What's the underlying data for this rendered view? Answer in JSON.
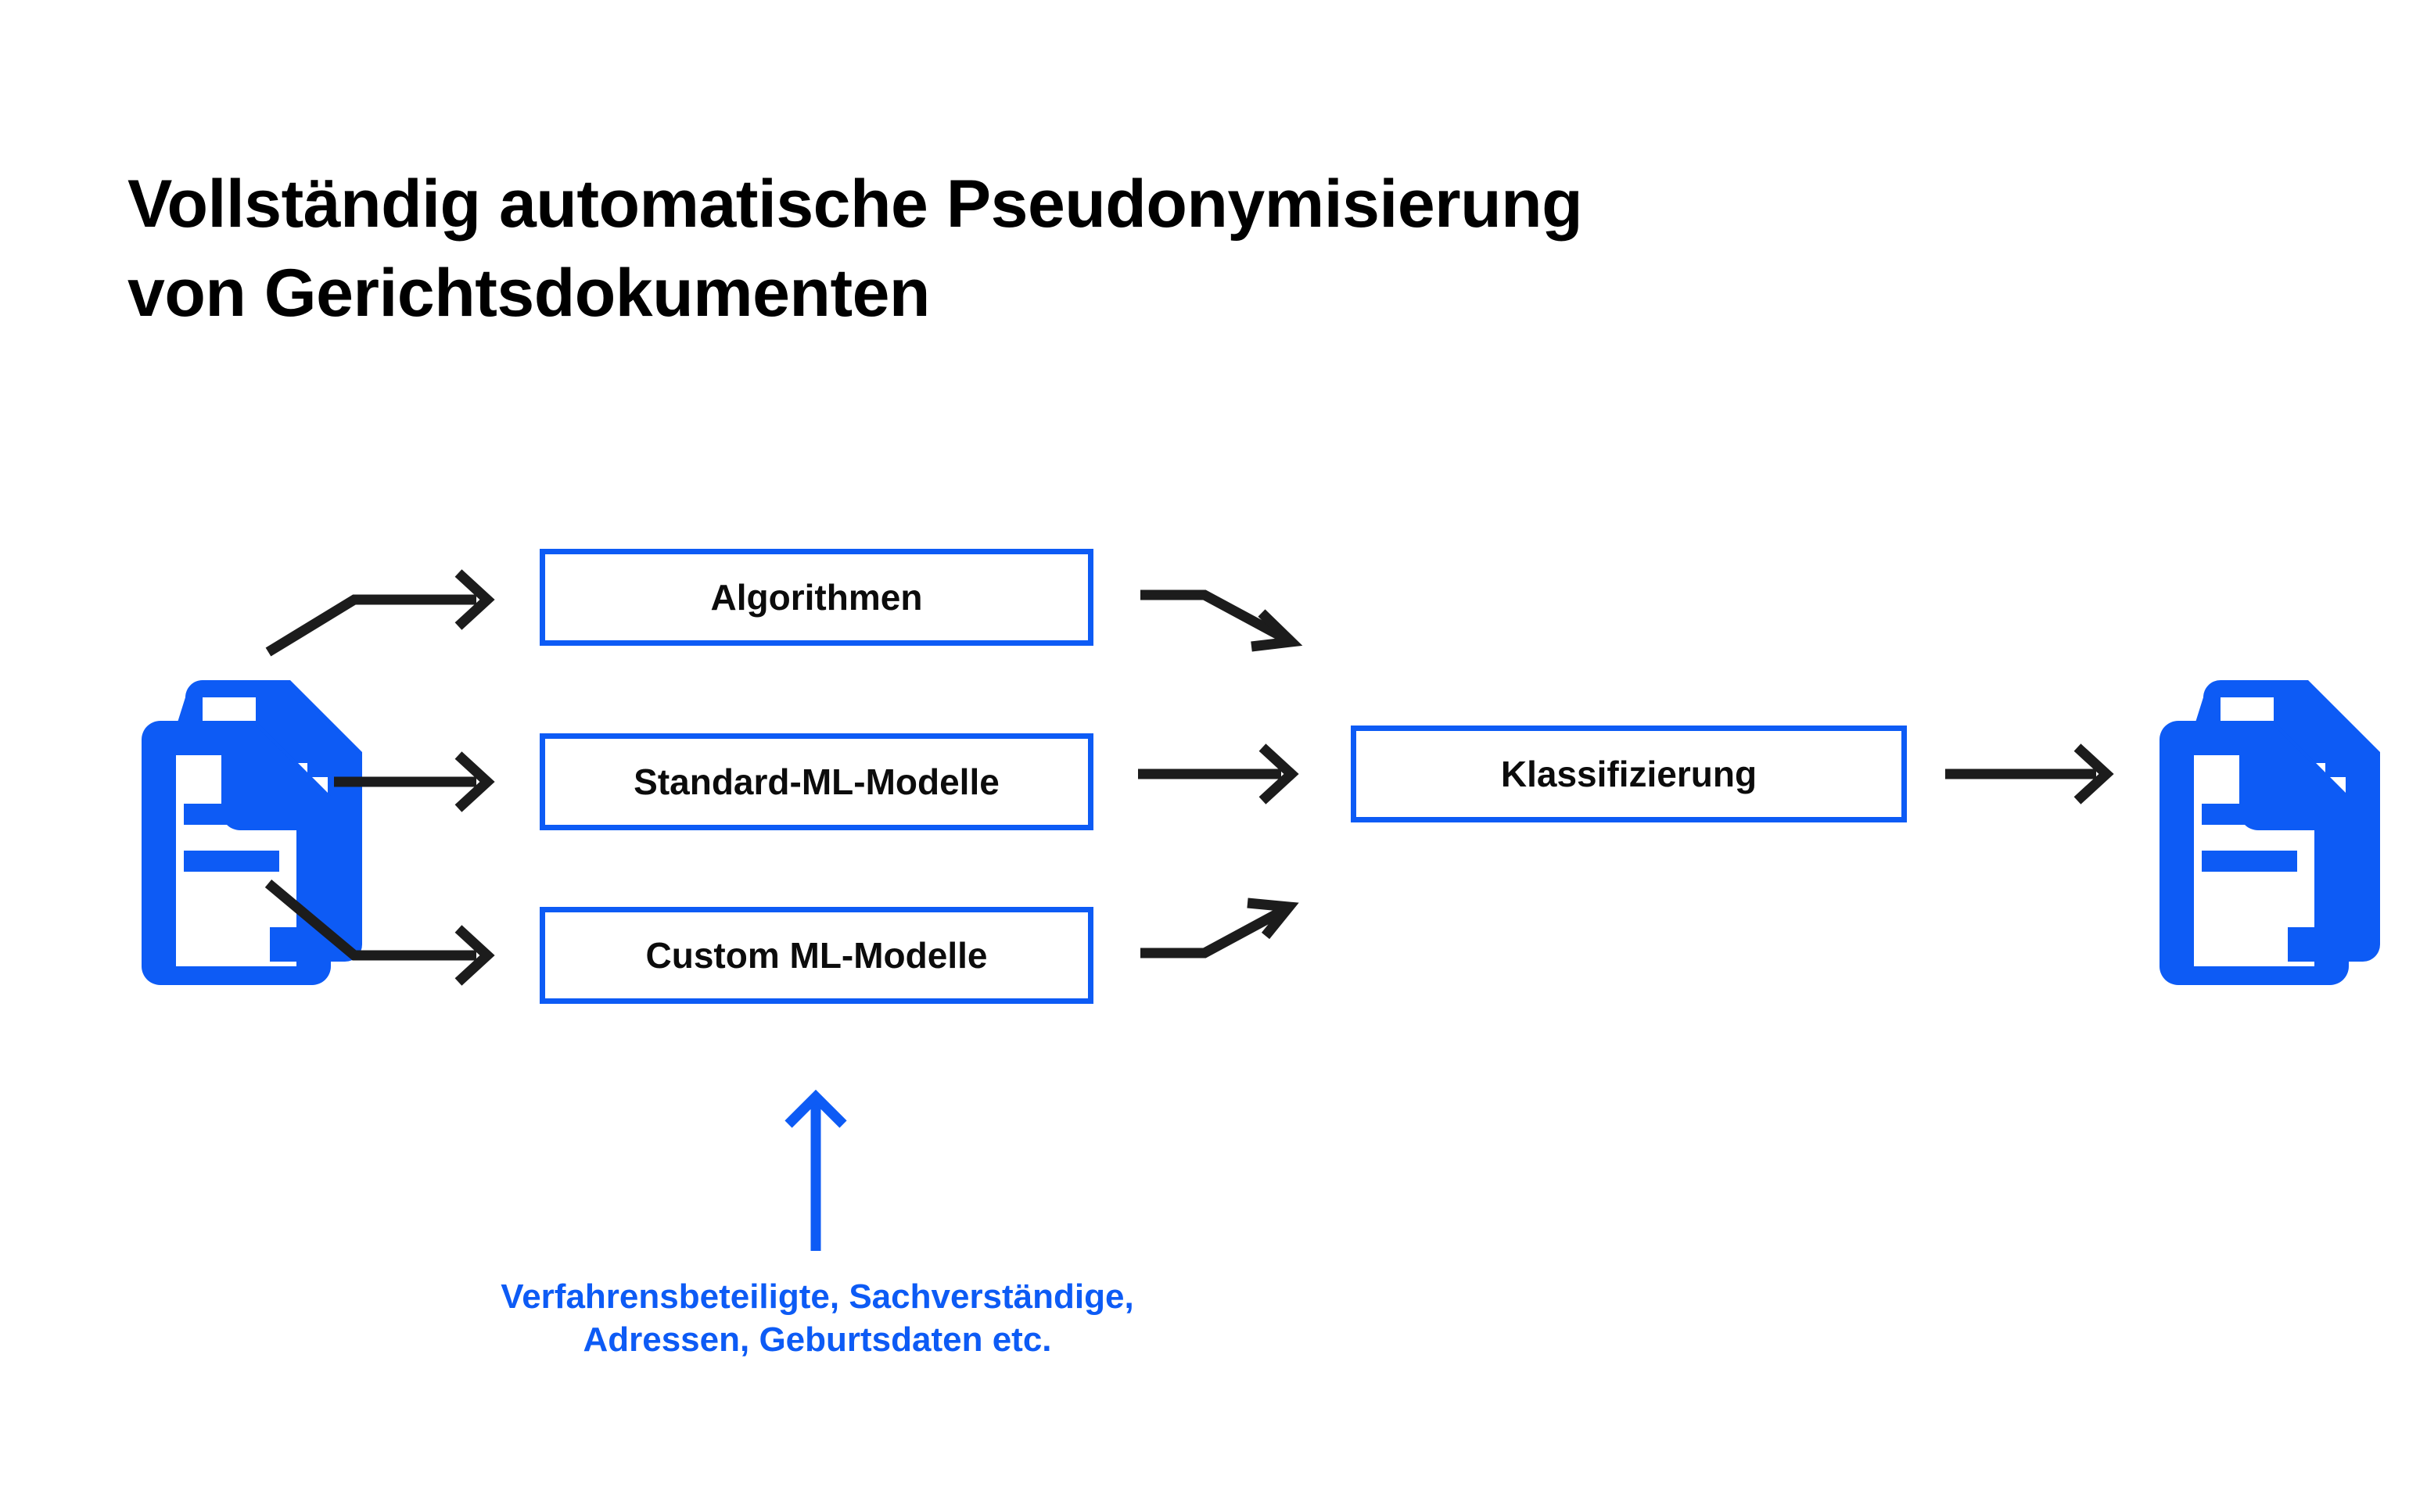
{
  "page": {
    "background_color": "#ffffff",
    "accent_blue": "#0d5bf5",
    "text_black": "#0c0c0c",
    "arrow_black": "#1c1c1c"
  },
  "title": {
    "line1": "Vollständig automatische Pseudonymisierung",
    "line2": "von Gerichtsdokumenten"
  },
  "diagram": {
    "type": "flow",
    "input_icon_name": "documents-icon",
    "output_icon_name": "documents-icon",
    "stages": [
      {
        "id": "algorithmen",
        "label": "Algorithmen"
      },
      {
        "id": "standard-ml",
        "label": "Standard-ML-Modelle"
      },
      {
        "id": "custom-ml",
        "label": "Custom ML-Modelle"
      }
    ],
    "result": {
      "id": "klassifizierung",
      "label": "Klassifizierung"
    },
    "connections": [
      {
        "from": "input-documents",
        "to": "algorithmen",
        "style": "elbow-up"
      },
      {
        "from": "input-documents",
        "to": "standard-ml",
        "style": "straight"
      },
      {
        "from": "input-documents",
        "to": "custom-ml",
        "style": "elbow-down"
      },
      {
        "from": "algorithmen",
        "to": "klassifizierung",
        "style": "elbow-down"
      },
      {
        "from": "standard-ml",
        "to": "klassifizierung",
        "style": "straight"
      },
      {
        "from": "custom-ml",
        "to": "klassifizierung",
        "style": "elbow-up"
      },
      {
        "from": "klassifizierung",
        "to": "output-documents",
        "style": "straight"
      },
      {
        "from": "caption",
        "to": "custom-ml",
        "style": "vertical-up",
        "color": "#0d5bf5"
      }
    ]
  },
  "caption": {
    "line1": "Verfahrensbeteiligte, Sachverständige,",
    "line2": "Adressen, Geburtsdaten etc."
  }
}
